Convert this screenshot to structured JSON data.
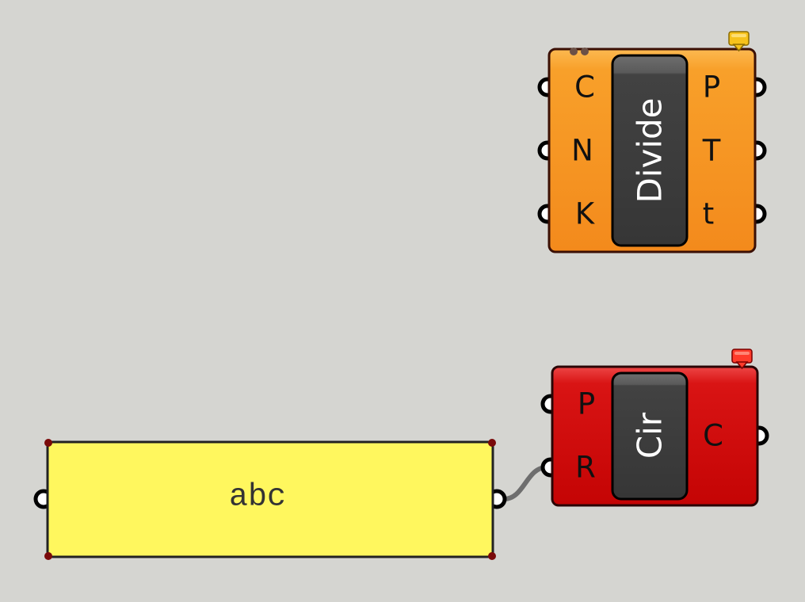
{
  "canvas": {
    "background": "#d5d5d1"
  },
  "components": {
    "divide": {
      "title": "Divide",
      "color_light": "#fcb951",
      "color": "#f8a02a",
      "color_dark": "#f38a1c",
      "inputs": [
        "C",
        "N",
        "K"
      ],
      "outputs": [
        "P",
        "T",
        "t"
      ],
      "balloon_icon": "warning-balloon-icon",
      "balloon_color": "#f6c21c"
    },
    "circle": {
      "title": "Cir",
      "color_light": "#ee4646",
      "color": "#d91414",
      "color_dark": "#c40404",
      "inputs": [
        "P",
        "R"
      ],
      "outputs": [
        "C"
      ],
      "balloon_icon": "error-balloon-icon",
      "balloon_color": "#ff3b2b"
    }
  },
  "panel": {
    "text": "abc",
    "color": "#fff75e"
  },
  "wire_color": "#6e6e6e"
}
